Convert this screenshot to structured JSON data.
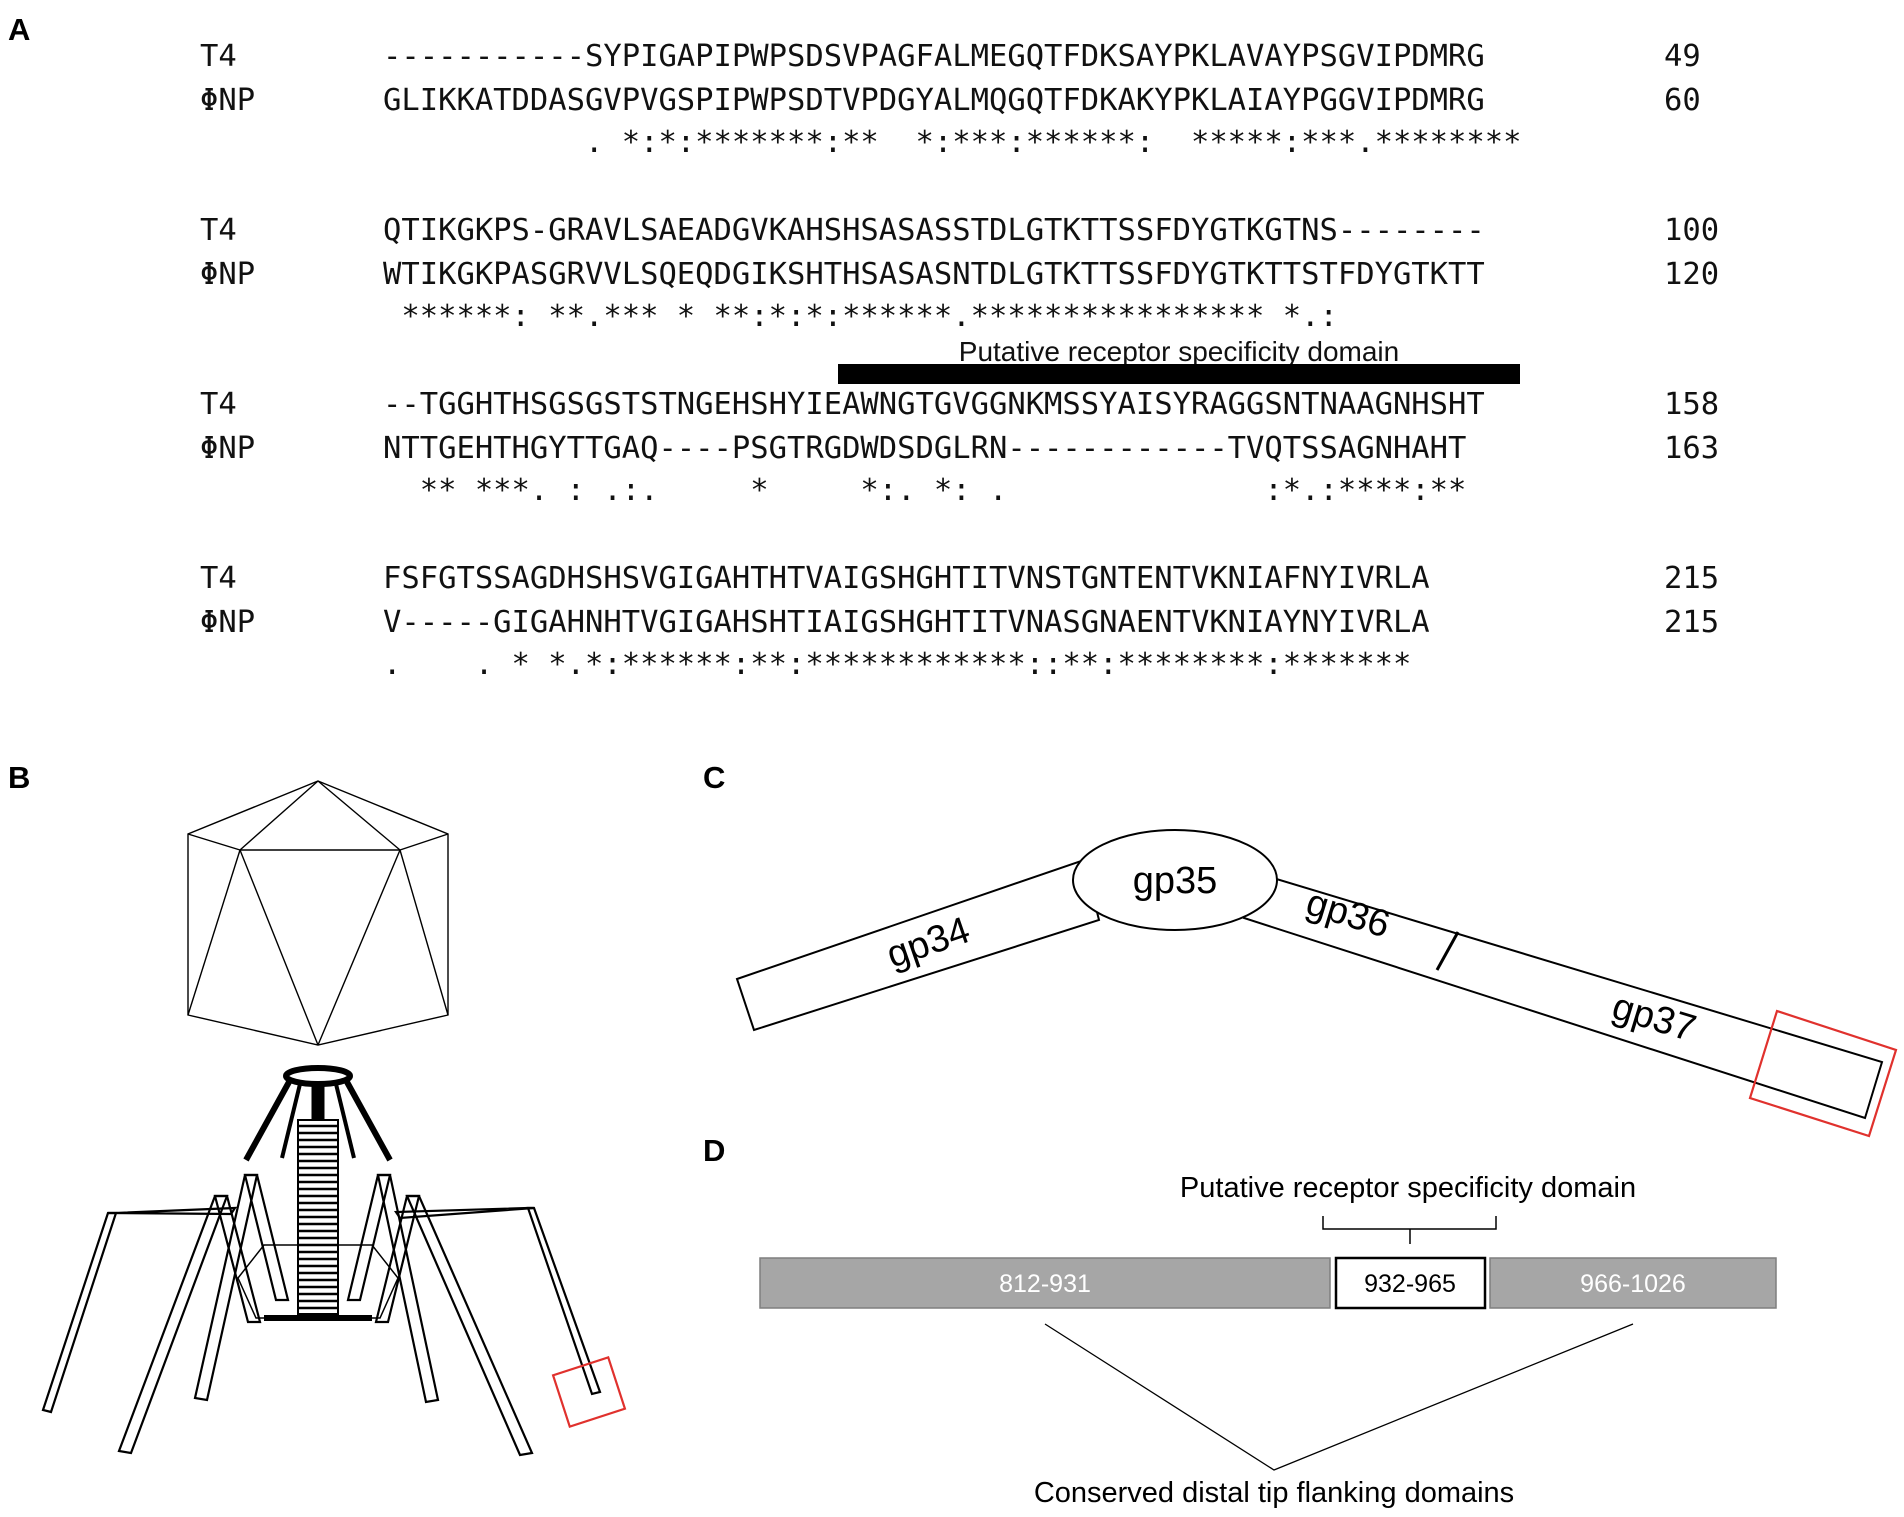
{
  "panels": {
    "a": "A",
    "b": "B",
    "c": "C",
    "d": "D"
  },
  "alignment": {
    "blocks": [
      {
        "rows": [
          {
            "name": "T4",
            "seq": "-----------SYPIGAPIPWPSDSVPAGFALMEGQTFDKSAYPKLAVAYPSGVIPDMRG",
            "num": "49"
          },
          {
            "name": "ΦNP",
            "seq": "GLIKKATDDASGVPVGSPIPWPSDTVPDGYALMQGQTFDKAKYPKLAIAYPGGVIPDMRG",
            "num": "60"
          }
        ],
        "consensus": "           . *:*:*******:**  *:***:******:  *****:***.********"
      },
      {
        "rows": [
          {
            "name": "T4",
            "seq": "QTIKGKPS-GRAVLSAEADGVKAHSHSASASSTDLGTKTTSSFDYGTKGTNS--------",
            "num": "100"
          },
          {
            "name": "ΦNP",
            "seq": "WTIKGKPASGRVVLSQEQDGIKSHTHSASASNTDLGTKTTSSFDYGTKTTSTFDYGTKTT",
            "num": "120"
          }
        ],
        "consensus": " ******: **.*** * **:*:*:******.**************** *.:"
      },
      {
        "rows": [
          {
            "name": "T4",
            "seq": "--TGGHTHSGSGSTSTNGEHSHYIEAWNGTGVGGNKMSSYAISYRAGGSNTNAAGNHSHT",
            "num": "158"
          },
          {
            "name": "ΦNP",
            "seq": "NTTGEHTHGYTTGAQ----PSGTRGDWDSDGLRN------------TVQTSSAGNHAHT",
            "num": "163"
          }
        ],
        "consensus": "  ** ***. : .:.     *     *:. *: .              :*.:****:**"
      },
      {
        "rows": [
          {
            "name": "T4",
            "seq": "FSFGTSSAGDHSHSVGIGAHTHTVAIGSHGHTITVNSTGNTENTVKNIAFNYIVRLA",
            "num": "215"
          },
          {
            "name": "ΦNP",
            "seq": "V-----GIGAHNHTVGIGAHSHTIAIGSHGHTITVNASGNAENTVKNIAYNYIVRLA",
            "num": "215"
          }
        ],
        "consensus": ".    . * *.*:******:**:************::**:********:*******"
      }
    ],
    "domain_label": "Putative receptor specificity domain"
  },
  "fiber": {
    "gp34": "gp34",
    "gp35": "gp35",
    "gp36": "gp36",
    "gp37": "gp37"
  },
  "domains": {
    "title": "Putative receptor specificity domain",
    "segments": [
      {
        "label": "812-931",
        "fill": "#a6a6a6",
        "text_color": "#ffffff"
      },
      {
        "label": "932-965",
        "fill": "#ffffff",
        "text_color": "#000000"
      },
      {
        "label": "966-1026",
        "fill": "#a6a6a6",
        "text_color": "#ffffff"
      }
    ],
    "flank_label": "Conserved distal tip flanking domains"
  },
  "colors": {
    "highlight": "#e0312d",
    "domain_gray": "#a6a6a6",
    "ink": "#000000"
  }
}
